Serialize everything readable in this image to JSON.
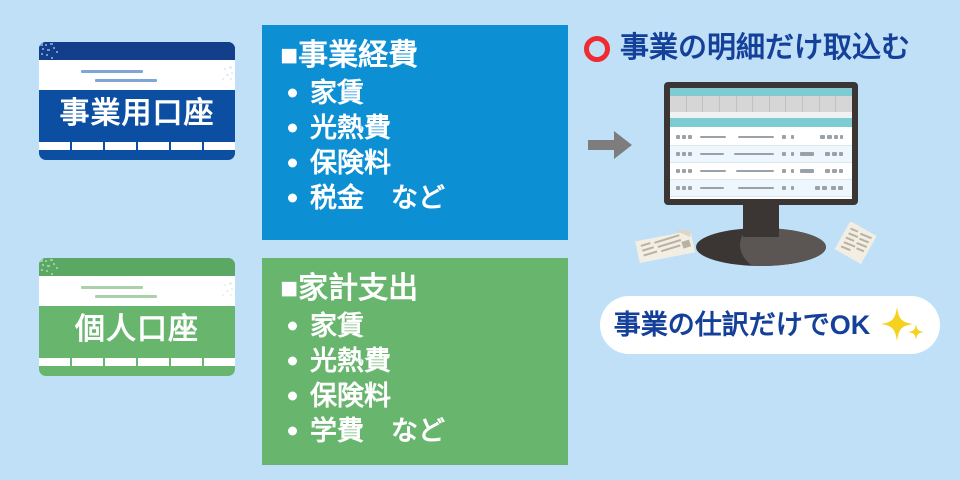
{
  "theme": {
    "background": "#bfe0f7",
    "business_blue": "#0d8fd4",
    "business_navy": "#0b4ea2",
    "personal_green": "#68b56e",
    "headline_navy": "#14409a",
    "accent_red": "#ef2a30",
    "sparkle_yellow": "#f5d220",
    "screen_teal": "#7fcbd4",
    "monitor_dark": "#3b3634"
  },
  "accounts": {
    "business": {
      "label": "事業用口座",
      "icon": "bankbook-icon"
    },
    "personal": {
      "label": "個人口座",
      "icon": "bankbook-icon"
    }
  },
  "panels": {
    "business": {
      "title": "■事業経費",
      "items": [
        "家賃",
        "光熱費",
        "保険料",
        "税金　など"
      ]
    },
    "personal": {
      "title": "■家計支出",
      "items": [
        "家賃",
        "光熱費",
        "保険料",
        "学費　など"
      ]
    }
  },
  "flow": {
    "arrow_icon": "right-arrow-icon"
  },
  "headline": {
    "marker_icon": "circle-ok-icon",
    "text": "事業の明細だけ取込む"
  },
  "monitor": {
    "icon": "desktop-monitor-icon",
    "screen": {
      "table_rows": 4,
      "column_count": 11
    },
    "receipts": [
      "receipt-icon",
      "receipt-icon"
    ]
  },
  "banner": {
    "text": "事業の仕訳だけでOK",
    "sparkle_icon": "sparkle-icon"
  }
}
